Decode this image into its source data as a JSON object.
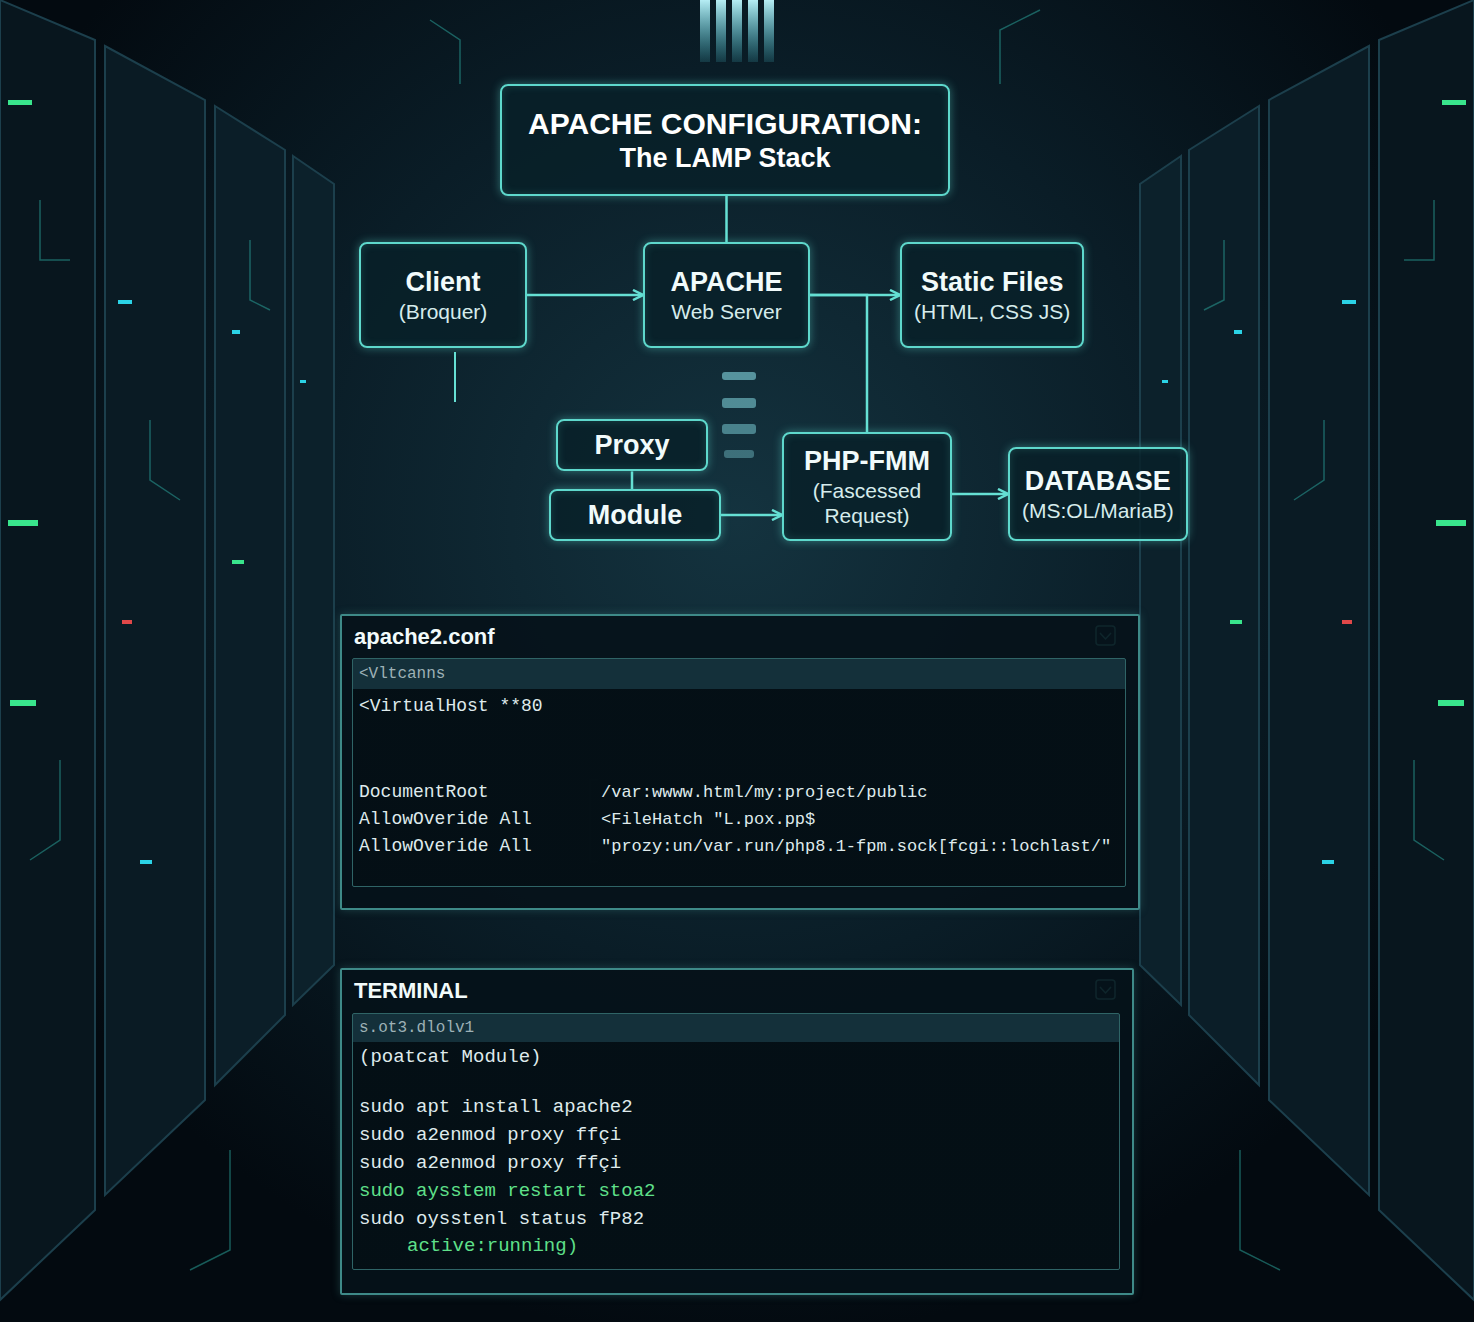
{
  "diagram": {
    "nodes": [
      {
        "text": [
          "APACHE CONFIGURATION:",
          "The LAMP Stack"
        ]
      },
      {
        "text": [
          "Client",
          "(Broquer)"
        ]
      },
      {
        "text": [
          "APACHE",
          "Web Server"
        ]
      },
      {
        "text": [
          "Static Files",
          "(HTML, CSS JS)"
        ]
      },
      {
        "text": [
          "Proxy"
        ]
      },
      {
        "text": [
          "Module"
        ]
      },
      {
        "text": [
          "PHP-FMM",
          "(Fascessed Request)"
        ]
      },
      {
        "text": [
          "DATABASE",
          "(MS:OL/MariaB)"
        ]
      },
      {
        "text": [
          "apache2.conf"
        ]
      },
      {
        "text": [
          "<Vltcanns",
          "<VirtualHost **80",
          "DocumentRoot",
          "AllowOveride All",
          "AllowOveride All",
          "/var:wwww.html/my:project/public",
          "<FileHatch \"L.pox.pp$",
          "\"prozy:un/var.run/php8.1-fpm.sock[fcgi::lochlast/\""
        ],
        "in": 8
      },
      {
        "text": [
          "TERMINAL"
        ]
      },
      {
        "text": [
          "s.ot3.dlolv1",
          "(poatcat Module)",
          "sudo apt install apache2",
          "sudo a2enmod proxy ffçi",
          "sudo a2enmod proxy ffçi",
          "sudo aysstem restart stoa2",
          "sudo oysstenl status fP82",
          "active:running)"
        ],
        "in": 10
      }
    ],
    "edges": [
      {
        "from": 0,
        "to": 2,
        "arrow": "none"
      },
      {
        "from": 1,
        "to": 2,
        "arrow": "to"
      },
      {
        "from": 2,
        "to": 3,
        "arrow": "to"
      },
      {
        "from": 2,
        "to": 6,
        "arrow": "none"
      },
      {
        "from": 4,
        "to": 5,
        "arrow": "none"
      },
      {
        "from": 5,
        "to": 6,
        "arrow": "to"
      },
      {
        "from": 6,
        "to": 7,
        "arrow": "to"
      }
    ]
  }
}
